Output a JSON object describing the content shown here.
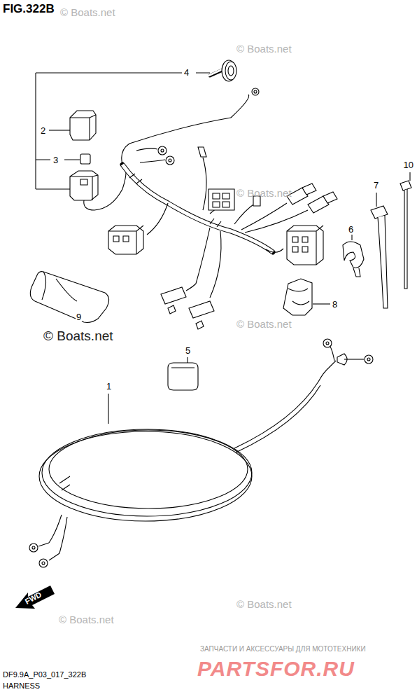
{
  "diagram": {
    "title": "FIG.322B",
    "labels": [
      "4",
      "2",
      "3",
      "7",
      "10",
      "6",
      "8",
      "9",
      "5",
      "1",
      "FWD",
      "© Boats.net",
      "© Boats.net",
      "© Boats.net",
      "© Boats.net",
      "© Boats.net",
      "© Boats.net",
      "© Boats.net",
      "DF9.9A_P03_017_322B",
      "HARNESS",
      "ЗАПЧАСТИ И АКСЕССУАРЫ ДЛЯ МОТОТЕХНИКИ",
      "PARTSFOR.RU"
    ]
  }
}
